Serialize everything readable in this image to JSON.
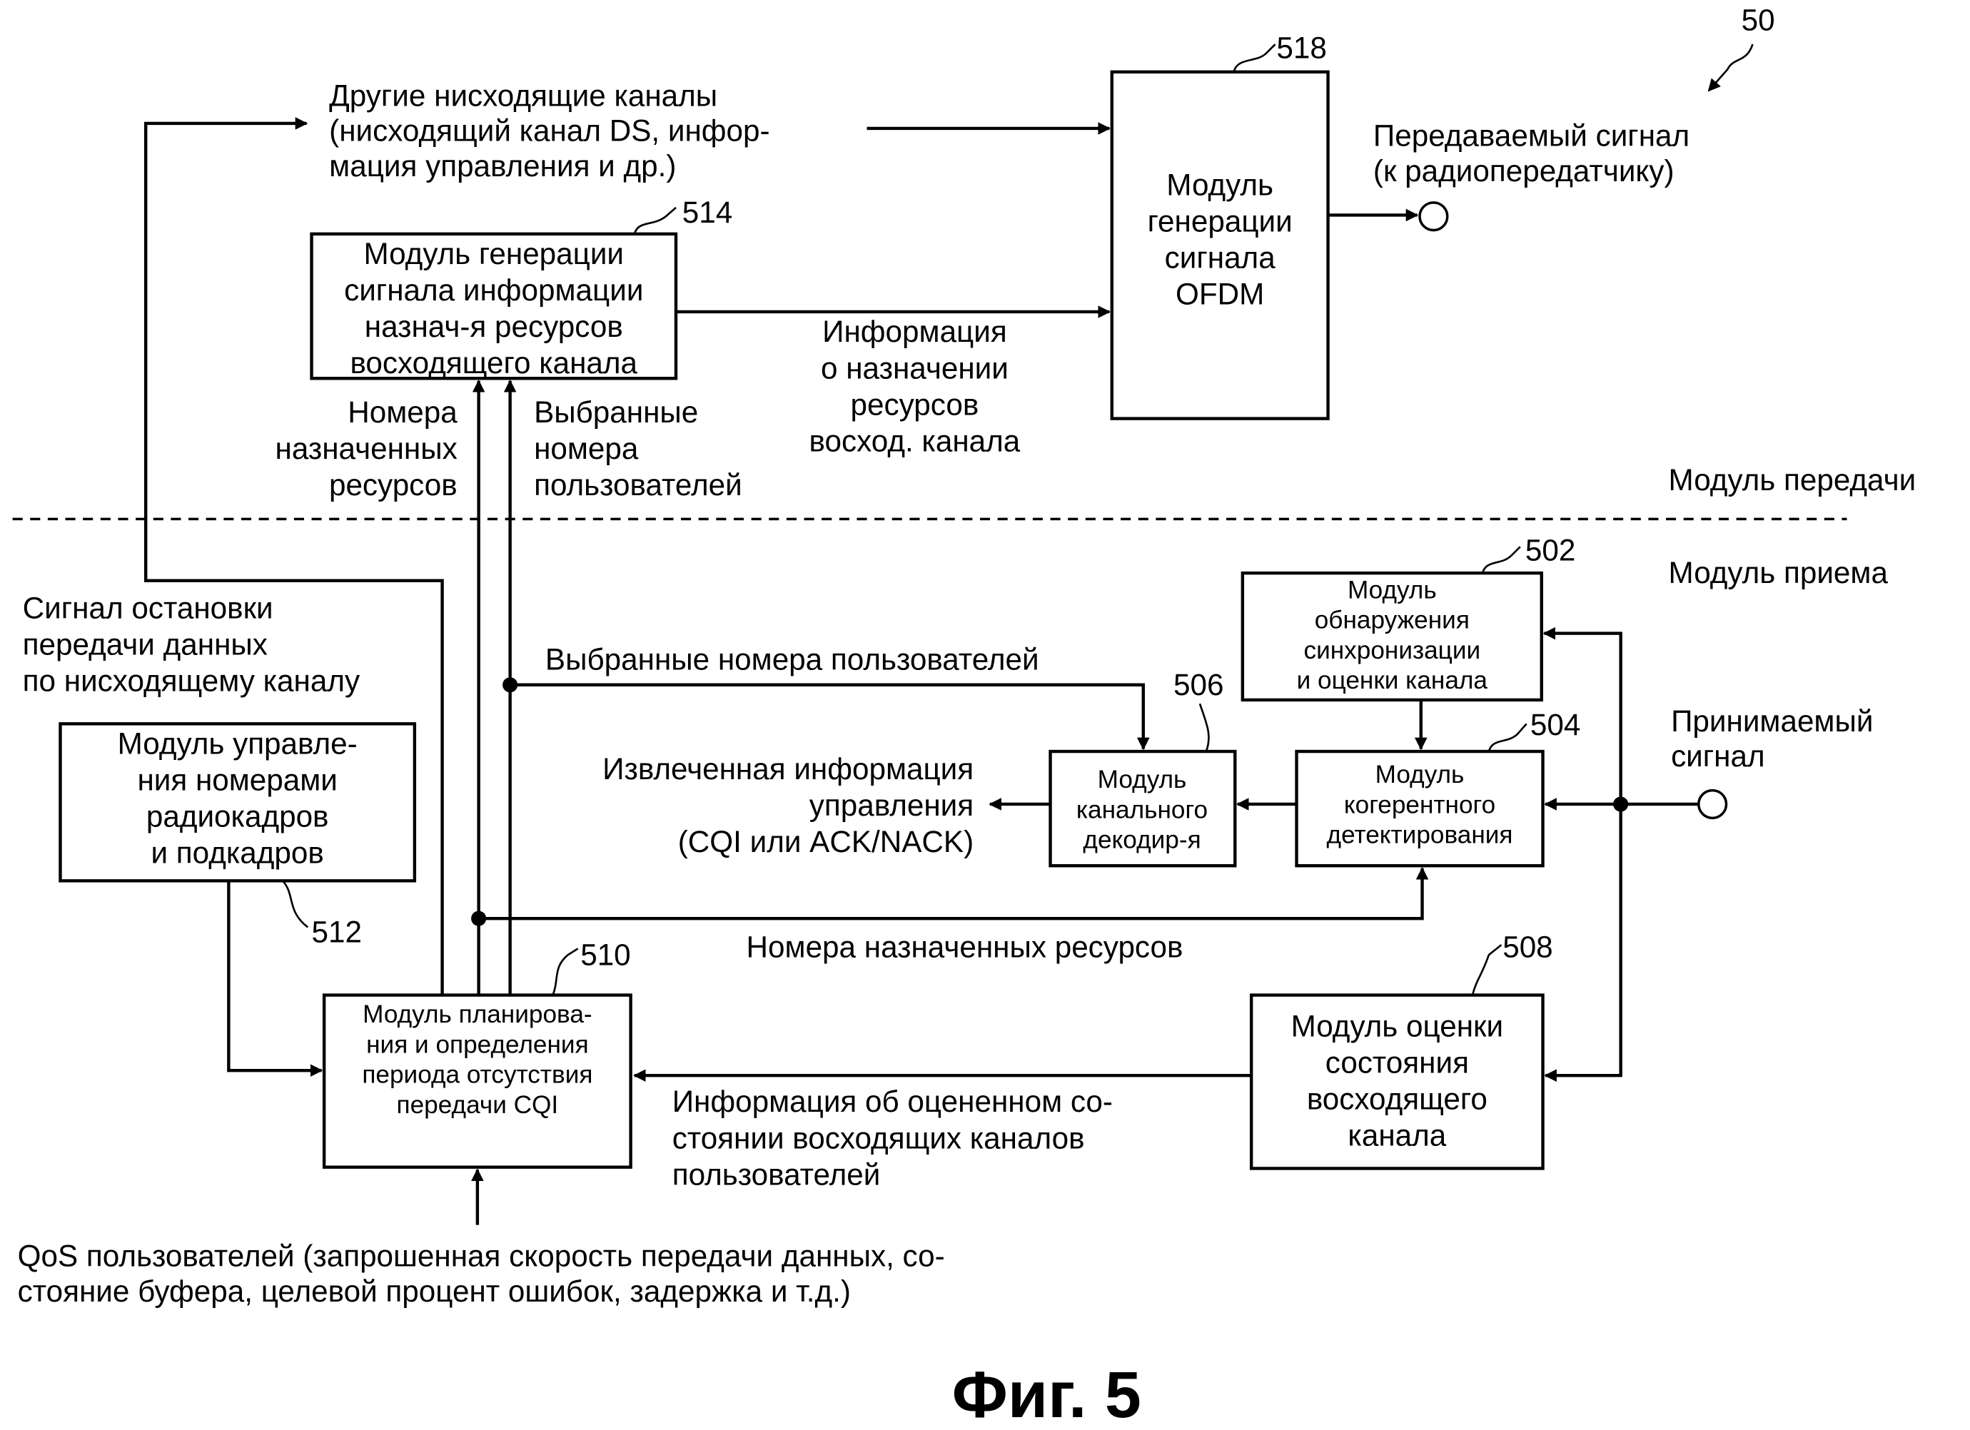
{
  "figure_ref": "50",
  "figure_caption": "Фиг. 5",
  "sections": {
    "transmit": "Модуль передачи",
    "receive": "Модуль приема"
  },
  "blocks": {
    "b518": {
      "ref": "518",
      "lines": [
        "Модуль",
        "генерации",
        "сигнала",
        "OFDM"
      ]
    },
    "b514": {
      "ref": "514",
      "lines": [
        "Модуль генерации",
        "сигнала информации",
        "назнач-я ресурсов",
        "восходящего канала"
      ]
    },
    "b502": {
      "ref": "502",
      "lines": [
        "Модуль",
        "обнаружения",
        "синхронизации",
        "и оценки канала"
      ]
    },
    "b504": {
      "ref": "504",
      "lines": [
        "Модуль",
        "когерентного",
        "детектирования"
      ]
    },
    "b506": {
      "ref": "506",
      "lines": [
        "Модуль",
        "канального",
        "декодир-я"
      ]
    },
    "b508": {
      "ref": "508",
      "lines": [
        "Модуль оценки",
        "состояния",
        "восходящего",
        "канала"
      ]
    },
    "b510": {
      "ref": "510",
      "lines": [
        "Модуль планирова-",
        "ния и определения",
        "периода отсутствия",
        "передачи CQI"
      ]
    },
    "b512": {
      "ref": "512",
      "lines": [
        "Модуль управле-",
        "ния номерами",
        "радиокадров",
        "и подкадров"
      ]
    }
  },
  "labels": {
    "other_dl": [
      "Другие нисходящие каналы",
      "(нисходящий канал DS, инфор-",
      "мация управления и др.)"
    ],
    "tx_signal": [
      "Передаваемый сигнал",
      "(к радиопередатчику)"
    ],
    "ul_alloc_info": [
      "Информация",
      "о назначении",
      "ресурсов",
      "восход. канала"
    ],
    "alloc_res_nums_v": [
      "Номера",
      "назначенных",
      "ресурсов"
    ],
    "selected_users_v": [
      "Выбранные",
      "номера",
      "пользователей"
    ],
    "stop_signal": [
      "Сигнал остановки",
      "передачи данных",
      "по нисходящему каналу"
    ],
    "selected_users_h": "Выбранные номера пользователей",
    "extracted_ctrl": [
      "Извлеченная информация",
      "управления",
      "(CQI или ACK/NACK)"
    ],
    "rx_signal": [
      "Принимаемый",
      "сигнал"
    ],
    "alloc_res_nums_h": "Номера назначенных ресурсов",
    "ul_state_info": [
      "Информация об оцененном со-",
      "стоянии восходящих каналов",
      "пользователей"
    ],
    "qos": [
      "QoS пользователей (запрошенная скорость передачи данных, со-",
      "стояние буфера, целевой процент ошибок, задержка и т.д.)"
    ]
  }
}
